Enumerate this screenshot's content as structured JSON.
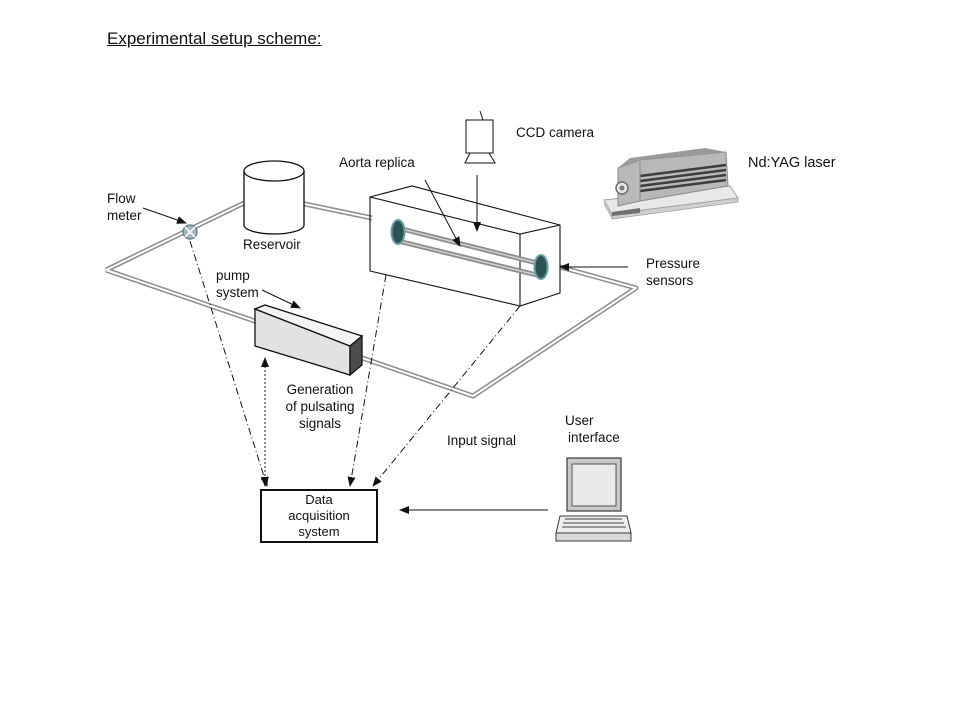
{
  "title": "Experimental setup scheme:",
  "labels": {
    "flow_meter": [
      "Flow",
      "meter"
    ],
    "reservoir": "Reservoir",
    "aorta_replica": "Aorta replica",
    "ccd_camera": "CCD camera",
    "laser": "Nd:YAG laser",
    "pressure_sensors": [
      "Pressure",
      "sensors"
    ],
    "pump_system": [
      "pump",
      "system"
    ],
    "generation": [
      "Generation",
      "of pulsating",
      "signals"
    ],
    "input_signal": "Input signal",
    "user_interface": [
      "User",
      "interface"
    ],
    "daq": [
      "Data",
      "acquisition",
      "system"
    ]
  }
}
